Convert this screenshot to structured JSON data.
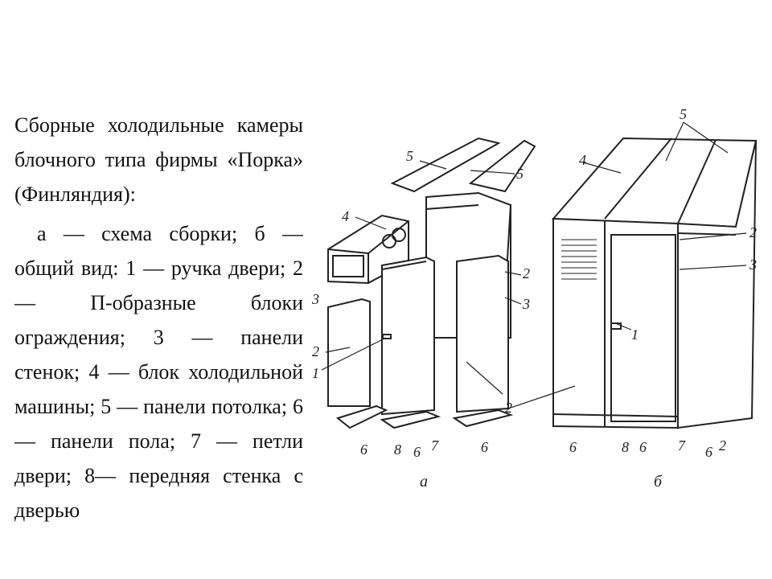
{
  "caption": {
    "title": "Сборные холодильные камеры блочного типа фирмы «Порка» (Финляндия):",
    "legend": "а — схема сборки; б — общий вид: 1 — ручка двери; 2 — П-образные блоки ограждения; 3 — панели стенок; 4 — блок холодильной машины; 5 — панели потолка; 6 — панели пола; 7 — петли двери; 8— передняя стенка с дверью"
  },
  "figure": {
    "label_a": "а",
    "label_b": "б",
    "callouts": {
      "n1": "1",
      "n2": "2",
      "n3": "3",
      "n4": "4",
      "n5": "5",
      "n6": "6",
      "n7": "7",
      "n8": "8"
    }
  }
}
